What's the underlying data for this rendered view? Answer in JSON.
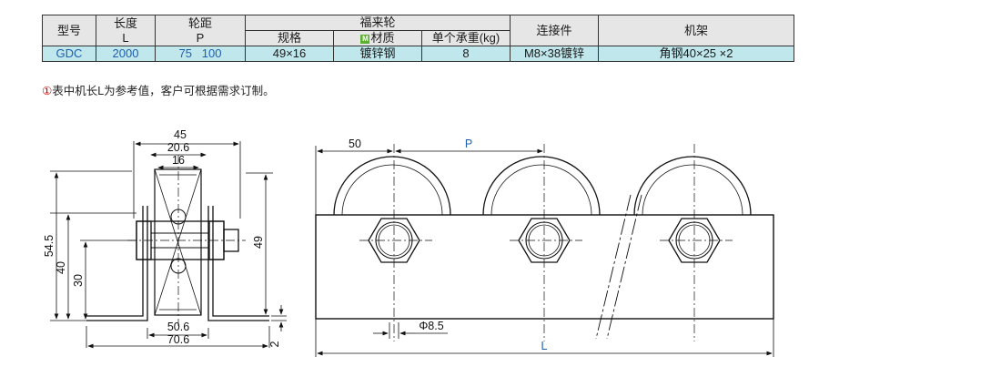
{
  "table": {
    "headers": {
      "model": "型号",
      "length": "长度",
      "length_sym": "L",
      "pitch": "轮距",
      "pitch_sym": "P",
      "wheel_group": "福来轮",
      "spec": "规格",
      "material_badge": "M",
      "material": "材质",
      "load": "单个承重(kg)",
      "connector": "连接件",
      "frame": "机架"
    },
    "row": {
      "model": "GDC",
      "length": "2000",
      "pitch_a": "75",
      "pitch_b": "100",
      "spec": "49×16",
      "material": "镀锌钢",
      "load": "8",
      "connector": "M8×38镀锌",
      "frame": "角钢40×25 ×2"
    }
  },
  "note": {
    "mark": "①",
    "text": "表中机长L为参考值，客户可根据需求订制。"
  },
  "drawing": {
    "side": {
      "d45": "45",
      "d20_6": "20.6",
      "d16": "16",
      "d54_5": "54.5",
      "d40": "40",
      "d30": "30",
      "d49": "49",
      "d50_6": "50.6",
      "d70_6": "70.6",
      "d2": "2"
    },
    "front": {
      "d50": "50",
      "dP": "P",
      "hole": "Φ8.5",
      "dL": "L"
    },
    "accent_color": "#1f5fb0"
  }
}
